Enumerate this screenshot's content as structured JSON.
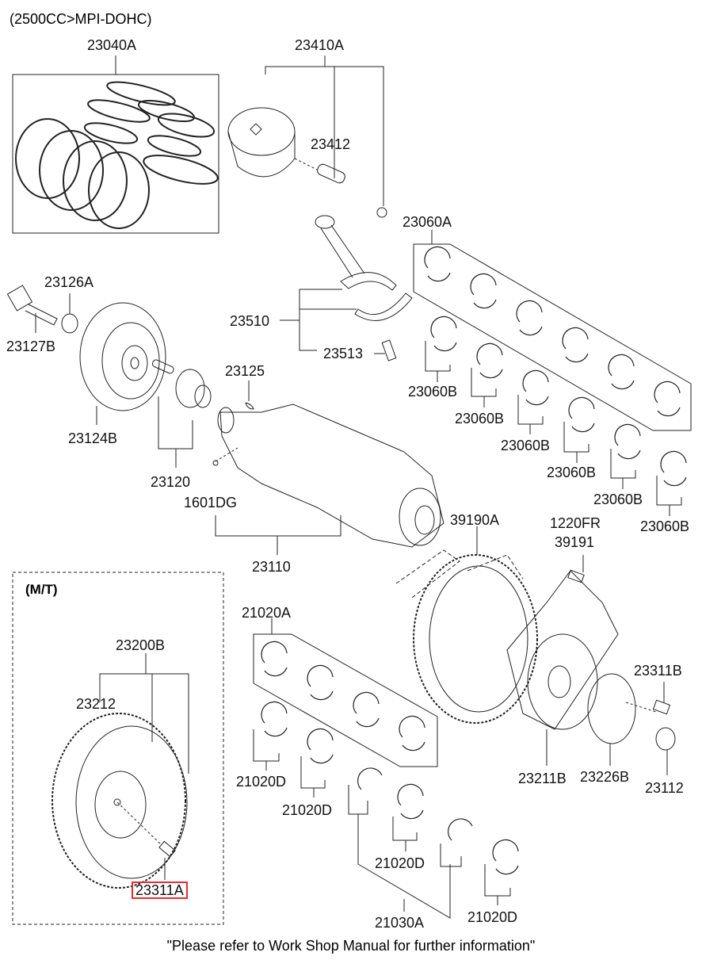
{
  "header": {
    "engine_spec": "(2500CC>MPI-DOHC)"
  },
  "section_mt": {
    "title": "(M/T)"
  },
  "footer": {
    "note": "\"Please refer to Work Shop Manual for further information\""
  },
  "highlight_color": "#e03030",
  "parts": {
    "p23040A": "23040A",
    "p23410A": "23410A",
    "p23412": "23412",
    "p23060A": "23060A",
    "p23126A": "23126A",
    "p23127B": "23127B",
    "p23510": "23510",
    "p23513": "23513",
    "p23125": "23125",
    "p23124B": "23124B",
    "p23120": "23120",
    "p1601DG": "1601DG",
    "p23110": "23110",
    "p39190A": "39190A",
    "p1220FR": "1220FR",
    "p39191": "39191",
    "p23060B": [
      "23060B",
      "23060B",
      "23060B",
      "23060B",
      "23060B",
      "23060B"
    ],
    "p21020A": "21020A",
    "p21020D": [
      "21020D",
      "21020D",
      "21020D",
      "21020D"
    ],
    "p21030A": "21030A",
    "p23200B": "23200B",
    "p23212": "23212",
    "p23311A": "23311A",
    "p23311B": "23311B",
    "p23211B": "23211B",
    "p23226B": "23226B",
    "p23112": "23112"
  },
  "selected_part": "23311A"
}
